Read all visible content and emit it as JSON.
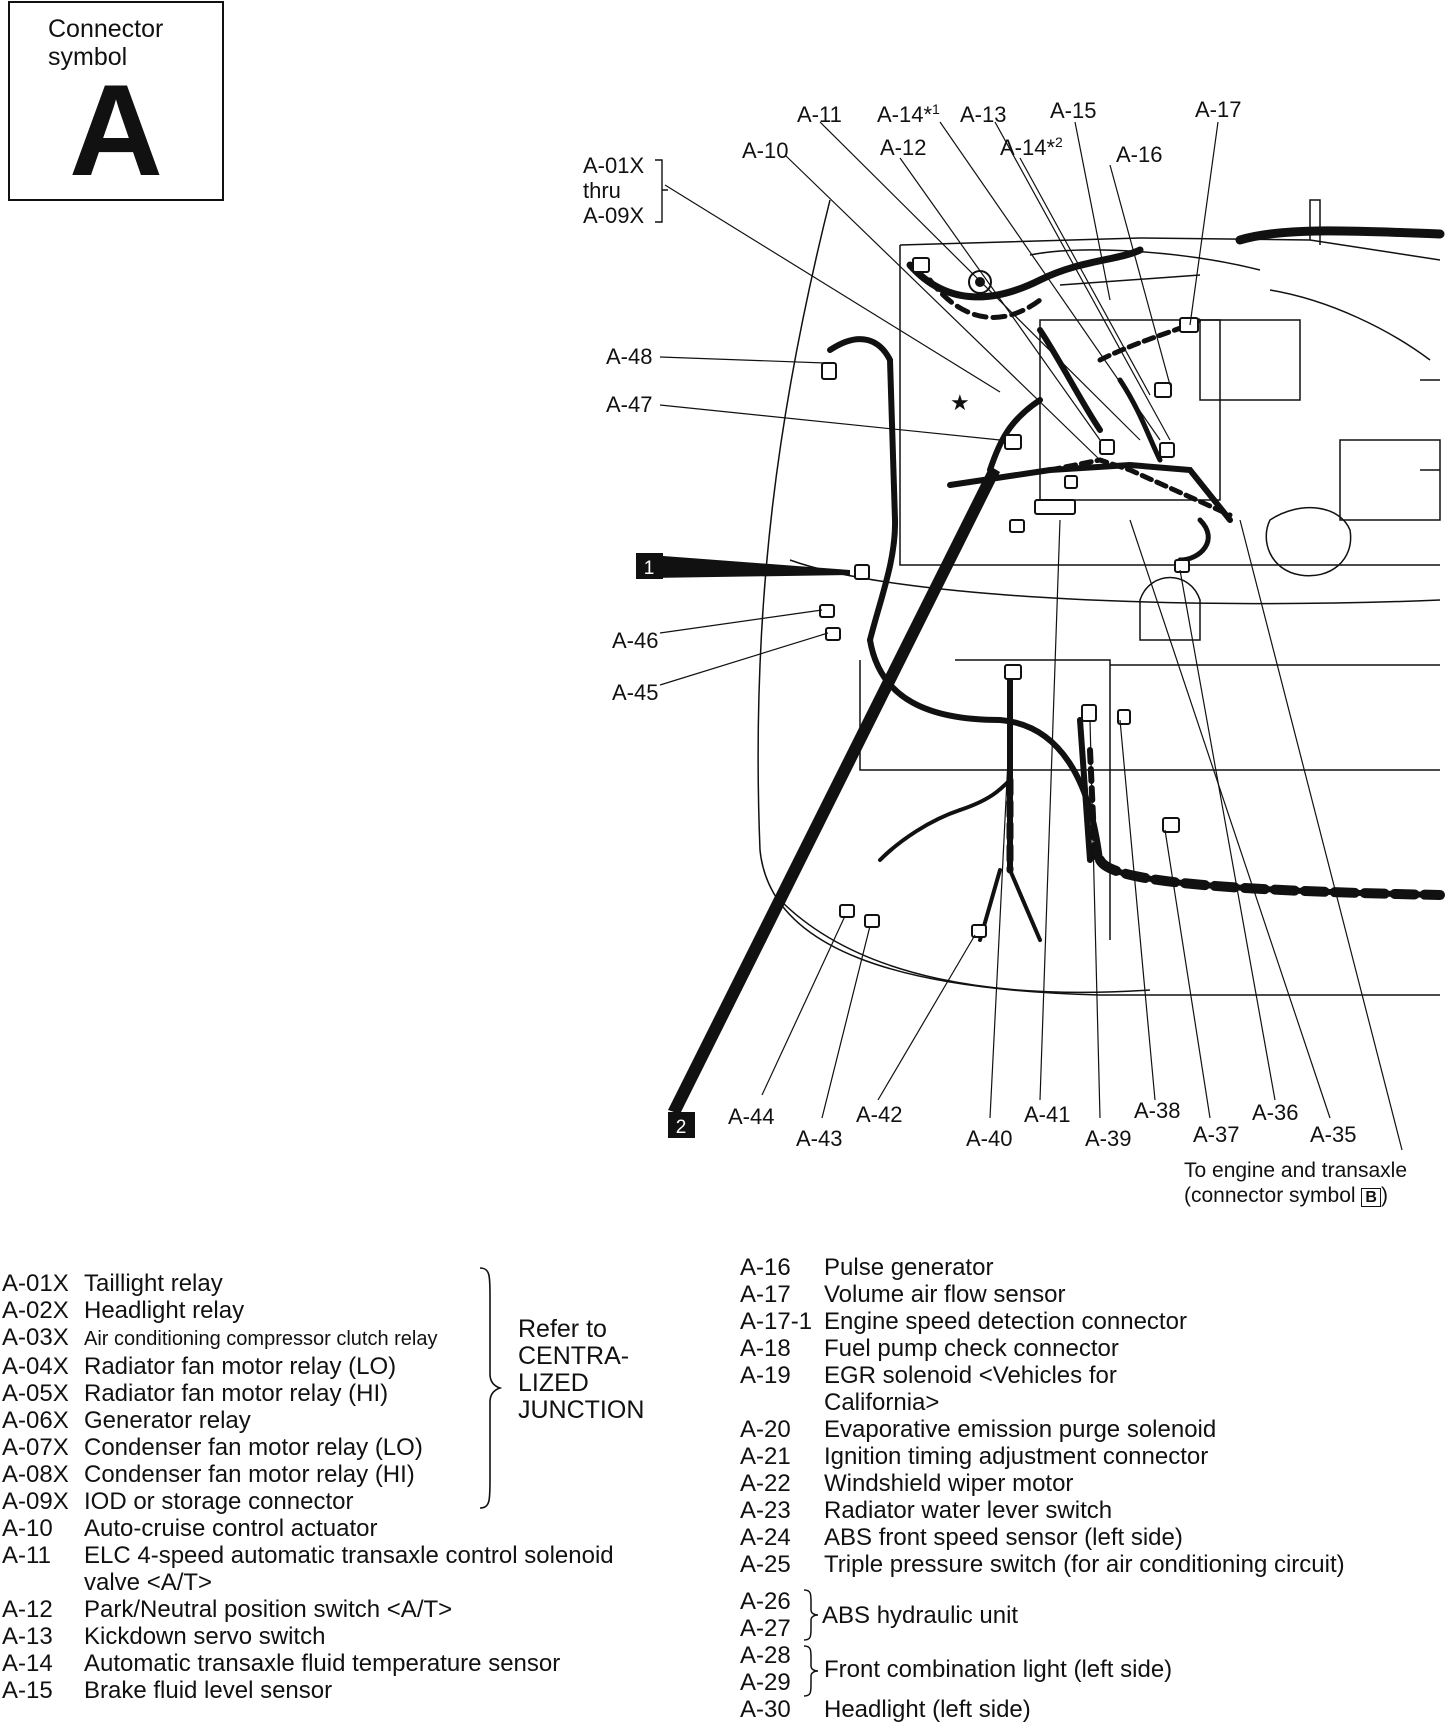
{
  "connector_symbol": {
    "caption_line1": "Connector",
    "caption_line2": "symbol",
    "letter": "A"
  },
  "top_labels": {
    "a11": "A-11",
    "a14_1": "A-14*",
    "a14_1_sup": "1",
    "a13": "A-13",
    "a15": "A-15",
    "a17": "A-17",
    "a10": "A-10",
    "a12": "A-12",
    "a14_2": "A-14*",
    "a14_2_sup": "2",
    "a16": "A-16",
    "a01x": "A-01X",
    "thru": "thru",
    "a09x": "A-09X",
    "a48": "A-48",
    "a47": "A-47",
    "a46": "A-46",
    "a45": "A-45"
  },
  "bottom_labels": {
    "a44": "A-44",
    "a43": "A-43",
    "a42": "A-42",
    "a40": "A-40",
    "a41": "A-41",
    "a39": "A-39",
    "a38": "A-38",
    "a37": "A-37",
    "a36": "A-36",
    "a35": "A-35"
  },
  "markers": {
    "m1": "1",
    "m2": "2"
  },
  "engine_note": {
    "line1": "To engine and transaxle",
    "line2": "(connector symbol",
    "box": "B",
    "close": ")"
  },
  "refer_note": [
    "Refer to",
    "CENTRA-",
    "LIZED",
    "JUNCTION"
  ],
  "legend_left": [
    {
      "code": "A-01X",
      "desc": "Taillight relay"
    },
    {
      "code": "A-02X",
      "desc": "Headlight relay"
    },
    {
      "code": "A-03X",
      "desc": "Air conditioning compressor clutch relay"
    },
    {
      "code": "A-04X",
      "desc": "Radiator fan motor relay (LO)"
    },
    {
      "code": "A-05X",
      "desc": "Radiator fan motor relay (HI)"
    },
    {
      "code": "A-06X",
      "desc": "Generator relay"
    },
    {
      "code": "A-07X",
      "desc": "Condenser fan motor relay (LO)"
    },
    {
      "code": "A-08X",
      "desc": "Condenser fan motor relay (HI)"
    },
    {
      "code": "A-09X",
      "desc": "IOD or storage connector"
    },
    {
      "code": "A-10",
      "desc": "Auto-cruise control actuator"
    },
    {
      "code": "A-11",
      "desc": "ELC 4-speed automatic transaxle control solenoid"
    },
    {
      "code": "",
      "desc": "valve <A/T>"
    },
    {
      "code": "A-12",
      "desc": "Park/Neutral position switch <A/T>"
    },
    {
      "code": "A-13",
      "desc": "Kickdown servo switch"
    },
    {
      "code": "A-14",
      "desc": "Automatic transaxle fluid temperature sensor"
    },
    {
      "code": "A-15",
      "desc": "Brake fluid level sensor"
    }
  ],
  "legend_right": [
    {
      "code": "A-16",
      "desc": "Pulse generator"
    },
    {
      "code": "A-17",
      "desc": "Volume air flow sensor"
    },
    {
      "code": "A-17-1",
      "desc": "Engine speed detection connector"
    },
    {
      "code": "A-18",
      "desc": "Fuel pump check connector"
    },
    {
      "code": "A-19",
      "desc": "EGR solenoid <Vehicles for"
    },
    {
      "code": "",
      "desc": "California>"
    },
    {
      "code": "A-20",
      "desc": "Evaporative emission purge solenoid"
    },
    {
      "code": "A-21",
      "desc": "Ignition timing adjustment connector"
    },
    {
      "code": "A-22",
      "desc": "Windshield wiper motor"
    },
    {
      "code": "A-23",
      "desc": "Radiator water lever switch"
    },
    {
      "code": "A-24",
      "desc": "ABS front speed sensor (left side)"
    },
    {
      "code": "A-25",
      "desc": "Triple pressure switch (for air conditioning circuit)"
    }
  ],
  "legend_groups": {
    "abs_codes": [
      "A-26",
      "A-27"
    ],
    "abs_desc": "ABS hydraulic unit",
    "fcl_codes": [
      "A-28",
      "A-29"
    ],
    "fcl_desc": "Front combination light (left side)",
    "a30_code": "A-30",
    "a30_desc": "Headlight (left side)"
  },
  "colors": {
    "ink": "#111111",
    "paper": "#ffffff"
  }
}
